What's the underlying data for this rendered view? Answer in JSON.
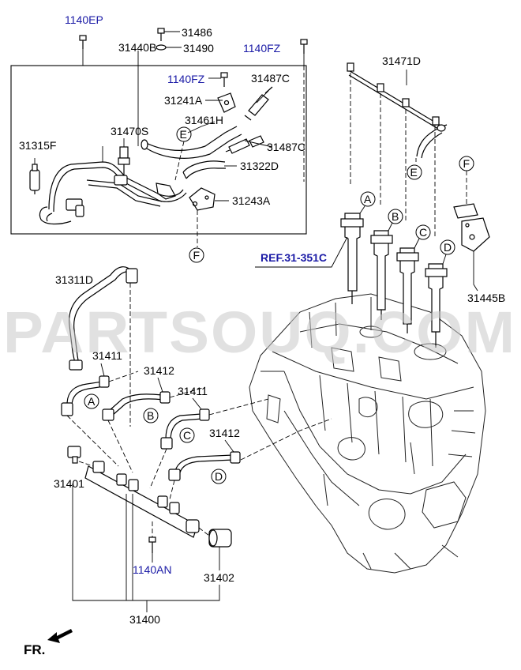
{
  "labels": {
    "p1140EP": "1140EP",
    "p31486": "31486",
    "p31440B": "31440B",
    "p31490": "31490",
    "p1140FZ_top": "1140FZ",
    "p31471D": "31471D",
    "p1140FZ_inner": "1140FZ",
    "p31487C_top": "31487C",
    "p31241A": "31241A",
    "p31461H": "31461H",
    "p31470S": "31470S",
    "p31315F": "31315F",
    "p31487C_mid": "31487C",
    "p31322D": "31322D",
    "p31243A": "31243A",
    "p31311D": "31311D",
    "p31411_a": "31411",
    "p31412_a": "31412",
    "p31411_b": "31411",
    "p31412_b": "31412",
    "p31401": "31401",
    "p1140AN": "1140AN",
    "p31402": "31402",
    "p31400": "31400",
    "p31445B": "31445B"
  },
  "ref": "REF.31-351C",
  "callouts": {
    "A1": "A",
    "B1": "B",
    "C1": "C",
    "D1": "D",
    "E1": "E",
    "F1": "F",
    "A2": "A",
    "B2": "B",
    "C2": "C",
    "D2": "D",
    "E2": "E",
    "F2": "F"
  },
  "watermark": "PARTSOUQ.COM",
  "orientation": "FR.",
  "colors": {
    "label_blue": "#1a1aa6",
    "watermark": "#c8c8c8"
  }
}
